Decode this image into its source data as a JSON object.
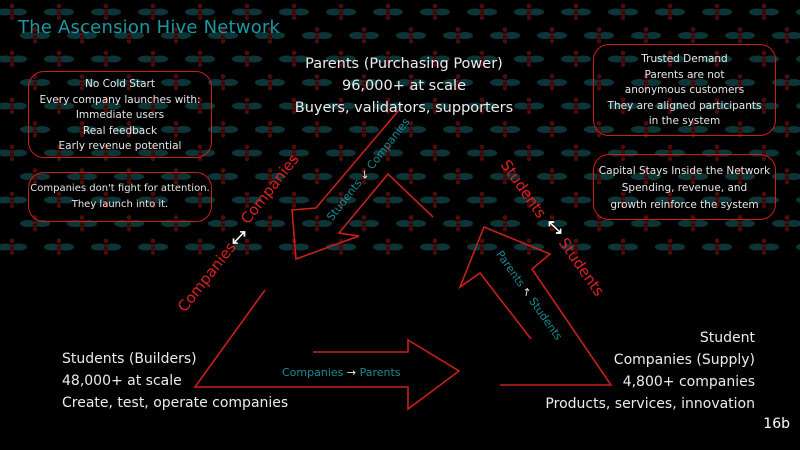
{
  "title": "The Ascension Hive Network",
  "colors": {
    "accent_teal": "#1a9aa0",
    "accent_red": "#c8201a",
    "text": "#e8e8e8",
    "background": "#000000"
  },
  "background_pattern_icon": "bee-icon",
  "left_boxes": [
    {
      "lines": [
        "No Cold Start",
        "Every company launches with:",
        "Immediate users",
        "Real feedback",
        "Early revenue potential"
      ]
    },
    {
      "lines": [
        "Companies don't fight for attention.",
        "They launch into it."
      ]
    }
  ],
  "right_boxes": [
    {
      "lines": [
        "Trusted Demand",
        "Parents are not",
        "anonymous customers",
        "They are aligned participants",
        "in the system"
      ]
    },
    {
      "lines": [
        "Capital Stays Inside the Network",
        "Spending, revenue, and",
        "growth reinforce the system"
      ]
    }
  ],
  "nodes": {
    "parents": {
      "lines": [
        "Parents (Purchasing Power)",
        "96,000+ at scale",
        "Buyers, validators, supporters"
      ]
    },
    "students": {
      "lines": [
        "Students (Builders)",
        "48,000+ at scale",
        "Create, test, operate companies"
      ]
    },
    "companies": {
      "lines": [
        "Student",
        "Companies (Supply)",
        "4,800+ companies",
        "Products, services, innovation"
      ]
    }
  },
  "flows": {
    "parents_to_students": {
      "from": "Companies",
      "to": "Students",
      "arrow": "↙"
    },
    "students_to_companies": {
      "from": "Companies",
      "to": "Parents",
      "arrow": "→"
    },
    "companies_to_parents": {
      "from": "Students",
      "to": "Parents",
      "arrow": "↖"
    }
  },
  "exchange_labels": {
    "left": {
      "a": "Companies",
      "b": "Companies",
      "icon": "double-arrow-icon",
      "glyph": "⤢"
    },
    "right": {
      "a": "Students",
      "b": "Students",
      "icon": "double-arrow-icon",
      "glyph": "⤡"
    }
  },
  "slide_number": "16b"
}
